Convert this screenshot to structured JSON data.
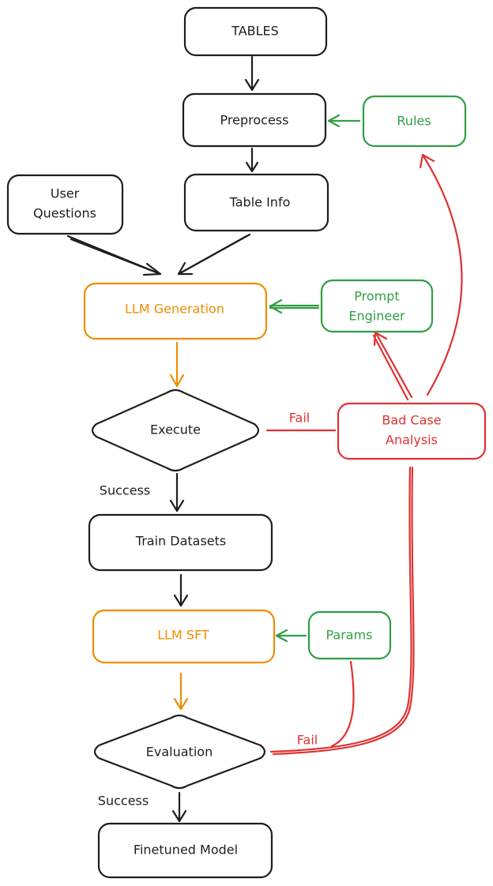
{
  "colors": {
    "black": "#1e1e1e",
    "orange": "#f08c00",
    "green": "#2f9e44",
    "red": "#e03131"
  },
  "nodes": {
    "tables": {
      "label": "TABLES"
    },
    "preprocess": {
      "label": "Preprocess"
    },
    "rules": {
      "label": "Rules"
    },
    "table_info": {
      "label": "Table Info"
    },
    "user_questions": {
      "line1": "User",
      "line2": "Questions"
    },
    "llm_generation": {
      "label": "LLM Generation"
    },
    "prompt_engineer": {
      "line1": "Prompt",
      "line2": "Engineer"
    },
    "execute": {
      "label": "Execute"
    },
    "bad_case_analysis": {
      "line1": "Bad Case",
      "line2": "Analysis"
    },
    "train_datasets": {
      "label": "Train Datasets"
    },
    "llm_sft": {
      "label": "LLM SFT"
    },
    "params": {
      "label": "Params"
    },
    "evaluation": {
      "label": "Evaluation"
    },
    "finetuned_model": {
      "label": "Finetuned Model"
    }
  },
  "edge_labels": {
    "execute_fail": "Fail",
    "execute_success": "Success",
    "evaluation_fail": "Fail",
    "evaluation_success": "Success"
  }
}
